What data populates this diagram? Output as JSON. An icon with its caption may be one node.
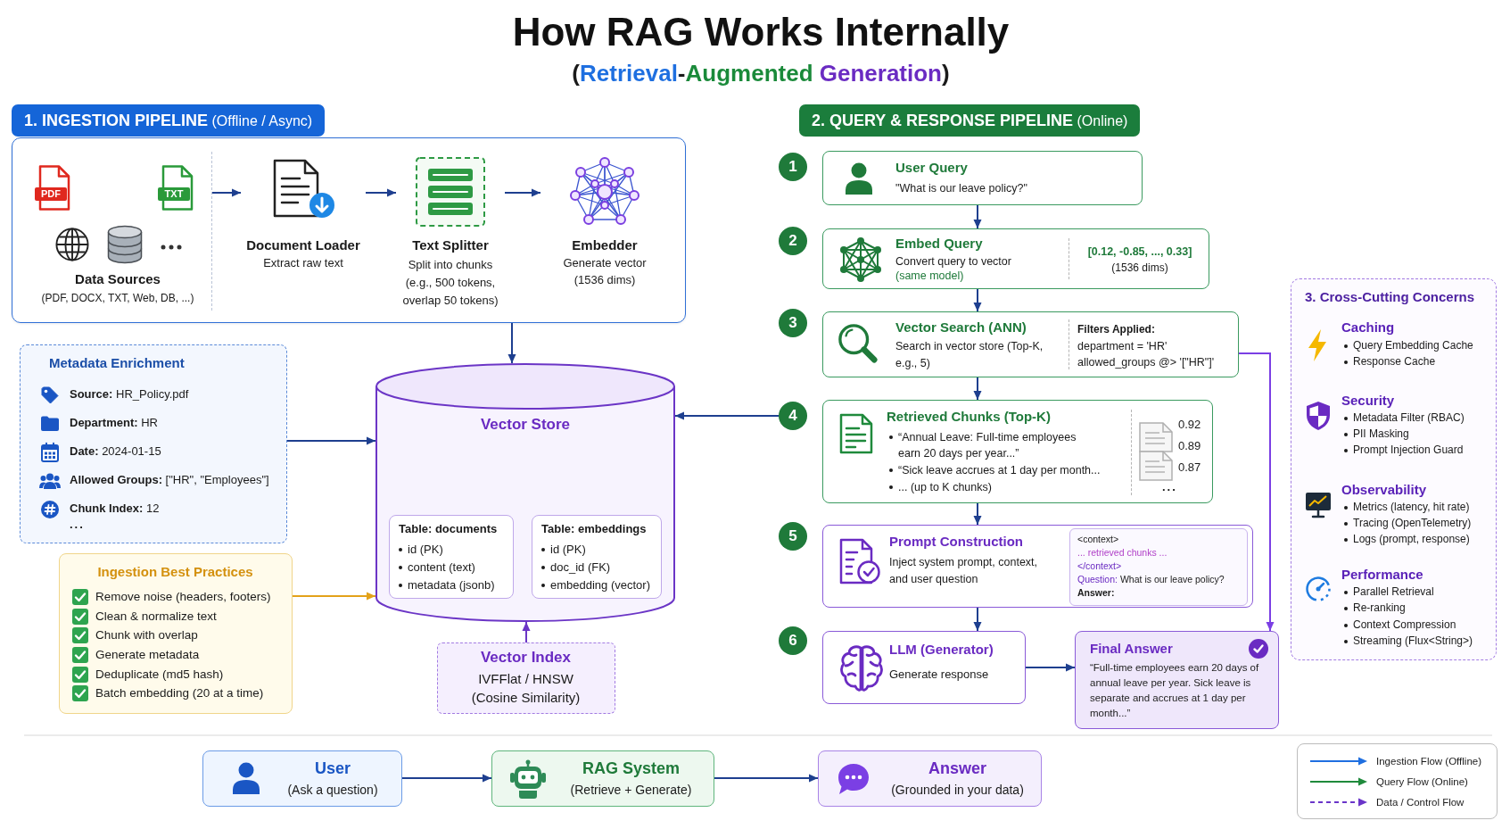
{
  "diagram": {
    "title": "How RAG Works Internally",
    "nodes": [
      {
        "text": [
          "**1. INGESTION PIPELINE** (Offline / Async)"
        ]
      },
      {
        "text": [
          "PDF",
          "TXT",
          "Data Sources",
          "(PDF, DOCX, TXT, Web, DB, ...)"
        ],
        "in": 0
      },
      {
        "text": [
          "Document Loader",
          "Extract raw text"
        ],
        "in": 0
      },
      {
        "text": [
          "Text Splitter",
          "Split into chunks (e.g., 500 tokens, overlap 50 tokens)"
        ],
        "in": 0
      },
      {
        "text": [
          "Embedder",
          "Generate vector",
          "(1536 dims)"
        ],
        "in": 0
      },
      {
        "text": [
          "Metadata Enrichment",
          "**Source:** HR_Policy.pdf",
          "**Department:** HR",
          "**Date:** 2024-01-15",
          "**Allowed Groups:** [\"HR\", \"Employees\"]",
          "**Chunk Index:** 12",
          "..."
        ]
      },
      {
        "text": [
          "Ingestion Best Practices",
          "Remove noise (headers, footers)",
          "Clean & normalize text",
          "Chunk with overlap",
          "Generate metadata",
          "Deduplicate (md5 hash)",
          "Batch embedding (20 at a time)"
        ]
      },
      {
        "text": [
          "Vector Store"
        ]
      },
      {
        "text": [
          "Table: documents",
          "id (PK)",
          "content (text)",
          "metadata (jsonb)"
        ],
        "in": 7
      },
      {
        "text": [
          "Table: embeddings",
          "id (PK)",
          "doc_id (FK)",
          "embedding (vector)"
        ],
        "in": 7
      },
      {
        "text": [
          "Vector Index",
          "IVFFlat / HNSW",
          "(Cosine Similarity)"
        ]
      },
      {
        "text": [
          "**2. QUERY & RESPONSE PIPELINE** (Online)"
        ]
      },
      {
        "text": [
          "1"
        ]
      },
      {
        "text": [
          "User Query",
          "\"What is our leave policy?\""
        ]
      },
      {
        "text": [
          "2"
        ]
      },
      {
        "text": [
          "Embed Query",
          "Convert query to vector",
          "(same model)",
          "[0.12, -0.85, ..., 0.33]",
          "(1536 dims)"
        ]
      },
      {
        "text": [
          "3"
        ]
      },
      {
        "text": [
          "Vector Search (ANN)",
          "Search in vector store (Top-K, e.g., 5)",
          "Filters Applied:",
          "department = 'HR'",
          "allowed_groups @> '[\"HR\"]'"
        ]
      },
      {
        "text": [
          "4"
        ]
      },
      {
        "text": [
          "Retrieved Chunks (Top-K)",
          "“Annual Leave: Full-time employees earn 20 days per year...”",
          "“Sick leave accrues at 1 day per month...",
          "... (up to K chunks)",
          "0.92",
          "0.89",
          "0.87",
          "..."
        ]
      },
      {
        "text": [
          "5"
        ]
      },
      {
        "text": [
          "Prompt Construction",
          "Inject system prompt, context, and user question"
        ]
      },
      {
        "text": [
          "<context>",
          "... retrieved chunks ...",
          "</context>",
          "Question:",
          "What is our leave policy?",
          "Answer:"
        ],
        "in": 21
      },
      {
        "text": [
          "6"
        ]
      },
      {
        "text": [
          "LLM (Generator)",
          "Generate response"
        ]
      },
      {
        "text": [
          "Final Answer",
          "“Full-time employees earn 20 days of annual leave per year. Sick leave is separate and accrues at 1 day per month...”"
        ]
      },
      {
        "text": [
          "3. Cross-Cutting Concerns",
          "Caching",
          "Query Embedding Cache",
          "Response Cache",
          "Security",
          "Metadata Filter (RBAC)",
          "PII Masking",
          "Prompt Injection Guard",
          "Observability",
          "Metrics (latency, hit rate)",
          "Tracing (OpenTelemetry)",
          "Logs (prompt, response)",
          "Performance",
          "Parallel Retrieval",
          "Re-ranking",
          "Context Compression",
          "Streaming (Flux<String>)"
        ]
      },
      {
        "text": [
          "User",
          "(Ask a question)"
        ]
      },
      {
        "text": [
          "RAG System",
          "(Retrieve + Generate)"
        ]
      },
      {
        "text": [
          "Answer",
          "(Grounded in your data)"
        ]
      }
    ],
    "edges": [
      {
        "from": 1,
        "to": 2,
        "arrow": "to"
      },
      {
        "from": 2,
        "to": 3,
        "arrow": "to"
      },
      {
        "from": 3,
        "to": 4,
        "arrow": "to"
      },
      {
        "from": 0,
        "to": 7,
        "arrow": "to"
      },
      {
        "from": 5,
        "to": 7,
        "arrow": "to"
      },
      {
        "from": 6,
        "to": 7,
        "arrow": "to",
        "color": "#e3a21a"
      },
      {
        "from": 10,
        "to": 7,
        "arrow": "to",
        "color": "#6b35c6"
      },
      {
        "from": 18,
        "to": 7,
        "arrow": "to"
      },
      {
        "from": 13,
        "to": 15,
        "arrow": "to"
      },
      {
        "from": 15,
        "to": 17,
        "arrow": "to"
      },
      {
        "from": 17,
        "to": 19,
        "arrow": "to"
      },
      {
        "from": 19,
        "to": 21,
        "arrow": "to"
      },
      {
        "from": 21,
        "to": 24,
        "arrow": "to"
      },
      {
        "from": 24,
        "to": 25,
        "arrow": "to"
      },
      {
        "from": 17,
        "to": 25,
        "arrow": "to",
        "color": "#7b3fe4"
      },
      {
        "from": 27,
        "to": 28,
        "arrow": "to"
      },
      {
        "from": 28,
        "to": 29,
        "arrow": "to"
      }
    ],
    "labels": [
      "(Retrieval-Augmented Generation)"
    ],
    "legend": [
      {
        "text": "Ingestion Flow (Offline)"
      },
      {
        "text": "Query Flow (Online)"
      },
      {
        "text": "Data / Control Flow"
      }
    ]
  }
}
